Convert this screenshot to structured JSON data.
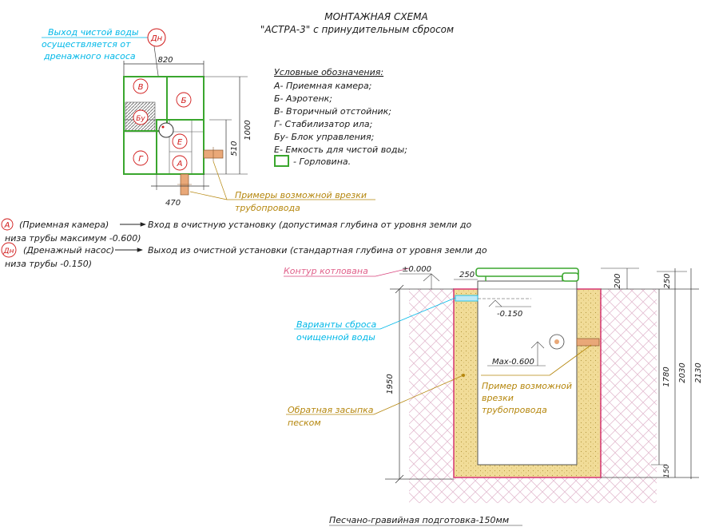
{
  "title": {
    "line1": "МОНТАЖНАЯ СХЕМА",
    "line2": "\"АСТРА-3\" с принудительным сбросом"
  },
  "plan": {
    "dim_width": "820",
    "dim_height": "1000",
    "dim_side": "510",
    "dim_bottom": "470",
    "compartments": [
      "В",
      "Б",
      "Бу",
      "Г",
      "Е",
      "А"
    ],
    "drain_pump_label": "Дн",
    "note_outlet": [
      "Выход чистой воды",
      "осуществляется от",
      "дренажного насоса"
    ],
    "note_inlet": [
      "Примеры возможной врезки",
      "трубопровода"
    ]
  },
  "legend": {
    "heading": "Условные обозначения:",
    "items": [
      "А- Приемная камера;",
      "Б- Аэротенк;",
      "В- Вторичный отстойник;",
      "Г- Стабилизатор ила;",
      "Бу- Блок управления;",
      "Е- Емкость для чистой воды;"
    ],
    "hatch_label": "- Горловина."
  },
  "notes": {
    "inlet_marker": "А",
    "inlet_text1": "(Приемная камера)",
    "inlet_text2": "Вход в очистную установку (допустимая глубина от уровня земли до",
    "inlet_text3": "низа трубы максимум -0.600)",
    "outlet_marker": "Дн",
    "outlet_text1": "(Дренажный насос)",
    "outlet_text2": "Выход из очистной установки (стандартная глубина от уровня земли до",
    "outlet_text3": "низа трубы -0.150)"
  },
  "section": {
    "level_zero": "±0.000",
    "pit_outline": "Контур котлована",
    "dims": {
      "top_250": "250",
      "top_200": "200",
      "right_250": "250",
      "left_1950": "1950",
      "d1780": "1780",
      "d2030": "2030",
      "d2130": "2130",
      "bottom_150": "150"
    },
    "level_outlet": "-0.150",
    "level_max": "Max-0.600",
    "note_discharge": [
      "Варианты сброса",
      "очищенной воды"
    ],
    "note_backfill": [
      "Обратная засыпка",
      "песком"
    ],
    "note_pipe": [
      "Пример возможной",
      "врезки",
      "трубопровода"
    ],
    "base_label": "Песчано-гравийная подготовка-150мм"
  },
  "colors": {
    "green": "#3aa62e",
    "pink": "#d8407a",
    "cyan": "#00b8e8",
    "ochre": "#b5860c",
    "red": "#d01818",
    "sand": "#f1dc98",
    "pipe": "#e9a878"
  }
}
